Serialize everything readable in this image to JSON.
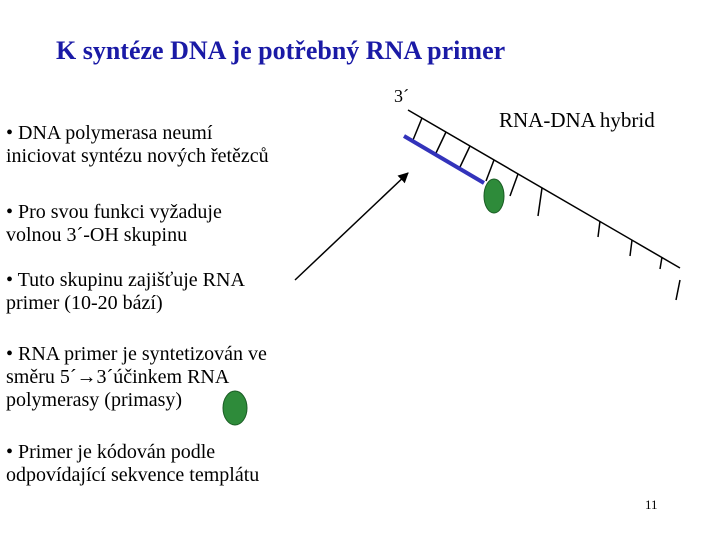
{
  "title": "K syntéze DNA je potřebný RNA primer",
  "bullets": [
    {
      "line1": "• DNA polymerasa neumí",
      "line2": "iniciovat syntézu nových řetězců"
    },
    {
      "line1": "• Pro svou funkci vyžaduje",
      "line2": "volnou 3´-OH skupinu"
    },
    {
      "line1": "• Tuto skupinu zajišťuje RNA",
      "line2": "primer (10-20 bází)"
    },
    {
      "line1": "• RNA primer je syntetizován ve",
      "line2": "směru 5´→3´účinkem RNA",
      "line3": "polymerasy (primasy)"
    },
    {
      "line1": "• Primer je kódován podle",
      "line2": "odpovídající sekvence templátu"
    }
  ],
  "diagram": {
    "strand_end_label": "3´",
    "hybrid_label": "RNA-DNA hybrid",
    "colors": {
      "primer": "#3333bb",
      "primase": "#2e8b3a",
      "title": "#1a1aa6"
    }
  },
  "page_number": "11"
}
